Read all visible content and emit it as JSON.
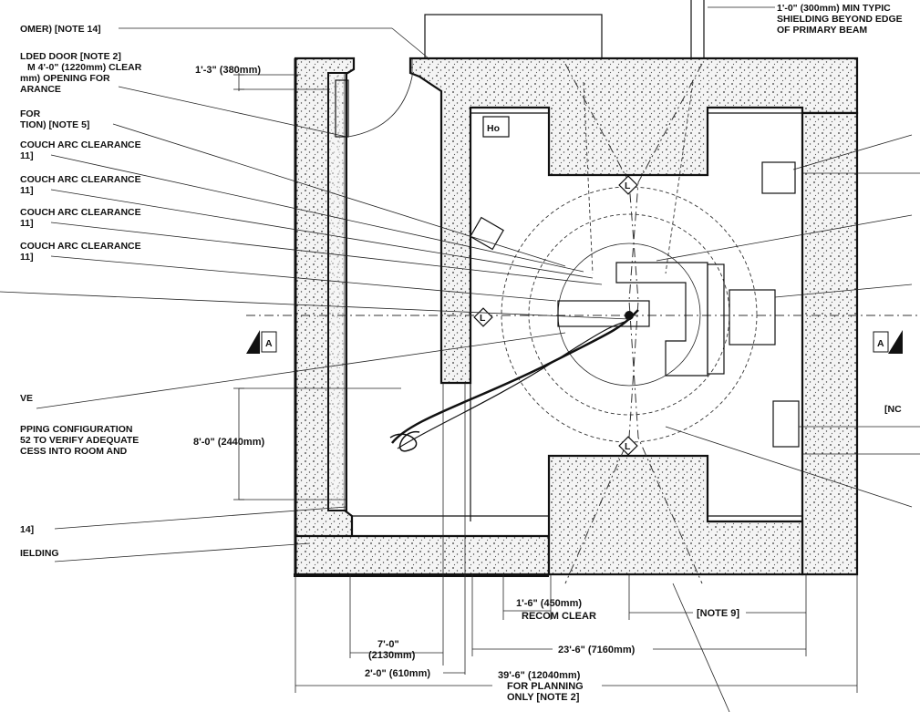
{
  "notes": {
    "left": [
      "OMER) [NOTE 14]",
      "LDED DOOR [NOTE 2]",
      "M 4'-0\" (1220mm) CLEAR",
      "mm) OPENING FOR",
      "ARANCE",
      "FOR",
      "TION) [NOTE 5]",
      "COUCH ARC CLEARANCE",
      "11]",
      "COUCH ARC CLEARANCE",
      "11]",
      "COUCH ARC CLEARANCE",
      "11]",
      "COUCH ARC CLEARANCE",
      "11]",
      "VE",
      "PPING CONFIGURATION",
      "52 TO VERIFY ADEQUATE",
      "CESS INTO ROOM AND",
      "14]",
      "IELDING"
    ],
    "top_right": [
      "1'-0\" (300mm) MIN TYPIC",
      "SHIELDING BEYOND EDGE",
      "OF PRIMARY BEAM"
    ],
    "right_note": "[NC"
  },
  "dimensions": {
    "door_wall": "1'-3\" (380mm)",
    "maze_width": "8'-0\" (2440mm)",
    "rec_clear": [
      "1'-6\" (450mm)",
      "RECOM CLEAR"
    ],
    "note9": "[NOTE 9]",
    "maze_len": [
      "7'-0\"",
      "(2130mm)"
    ],
    "wall_2ft": "2'-0\" (610mm)",
    "room_width": "23'-6\" (7160mm)",
    "overall": [
      "39'-6\" (12040mm)",
      "FOR PLANNING",
      "ONLY [NOTE 2]"
    ]
  },
  "markers": {
    "section": "A",
    "level": "L"
  }
}
